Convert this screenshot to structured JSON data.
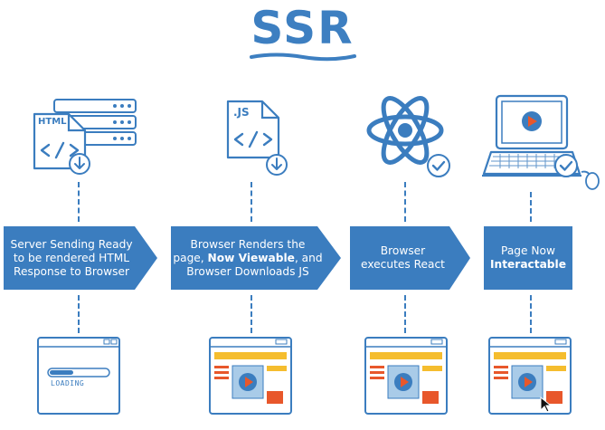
{
  "title": "SSR",
  "steps": [
    {
      "line1": "Server Sending Ready",
      "line2": "to be rendered HTML",
      "line3": "Response to Browser"
    },
    {
      "line1": "Browser Renders the",
      "line2_pre": "page, ",
      "line2_bold": "Now Viewable",
      "line2_post": ", and",
      "line3": "Browser Downloads JS"
    },
    {
      "line1": "Browser",
      "line2": "executes React"
    },
    {
      "line1": "Page Now",
      "line2_bold": "Interactable"
    }
  ],
  "icons": {
    "html_file_label": "HTML",
    "js_file_label": ".JS",
    "loading_label": "LOADING"
  },
  "colors": {
    "primary": "#3b7dbf",
    "accent_yellow": "#f5bd2e",
    "accent_orange": "#e8572b",
    "light_blue": "#a9cbe8"
  }
}
